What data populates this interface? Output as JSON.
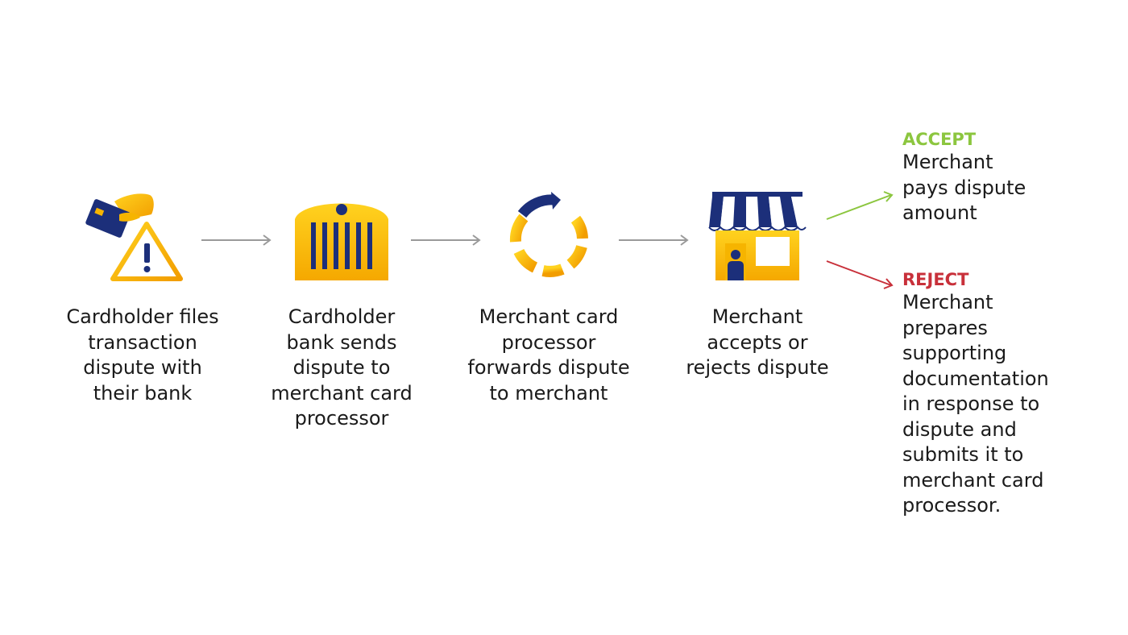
{
  "colors": {
    "gold": "#f6b400",
    "gold_light": "#ffcd1a",
    "navy": "#1c2f7a",
    "gray_arrow": "#9a9a9a",
    "accept": "#8cc63f",
    "reject": "#c8303a",
    "text": "#1a1a1a"
  },
  "steps": [
    {
      "icon": "card-warning-icon",
      "label": "Cardholder files\ntransaction\ndispute with\ntheir bank"
    },
    {
      "icon": "bank-building-icon",
      "label": "Cardholder\nbank sends\ndispute to\nmerchant card\nprocessor"
    },
    {
      "icon": "circular-arrow-icon",
      "label": "Merchant card\nprocessor\nforwards dispute\nto merchant"
    },
    {
      "icon": "storefront-icon",
      "label": "Merchant\naccepts or\nrejects dispute"
    }
  ],
  "outcomes": {
    "accept": {
      "heading": "ACCEPT",
      "text": "Merchant\npays dispute\namount"
    },
    "reject": {
      "heading": "REJECT",
      "text": "Merchant\nprepares\nsupporting\ndocumentation\nin response to\ndispute and\nsubmits it to\nmerchant card\nprocessor."
    }
  }
}
